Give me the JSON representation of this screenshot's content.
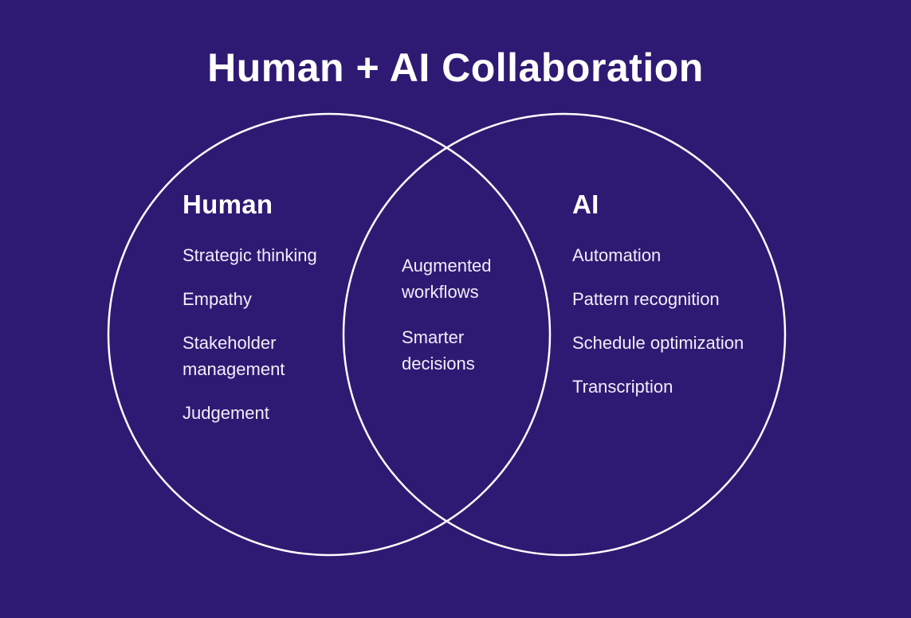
{
  "title": "Human + AI Collaboration",
  "diagram": {
    "human": {
      "heading": "Human",
      "items": [
        "Strategic thinking",
        "Empathy",
        "Stakeholder management",
        "Judgement"
      ]
    },
    "overlap": {
      "items": [
        "Augmented workflows",
        "Smarter decisions"
      ]
    },
    "ai": {
      "heading": "AI",
      "items": [
        "Automation",
        "Pattern recognition",
        "Schedule optimization",
        "Transcription"
      ]
    }
  },
  "colors": {
    "background": "#2F1A73",
    "circle_stroke": "#FFFFFF",
    "heading_text": "#FFFFFF",
    "item_text": "#F1EEF9"
  }
}
